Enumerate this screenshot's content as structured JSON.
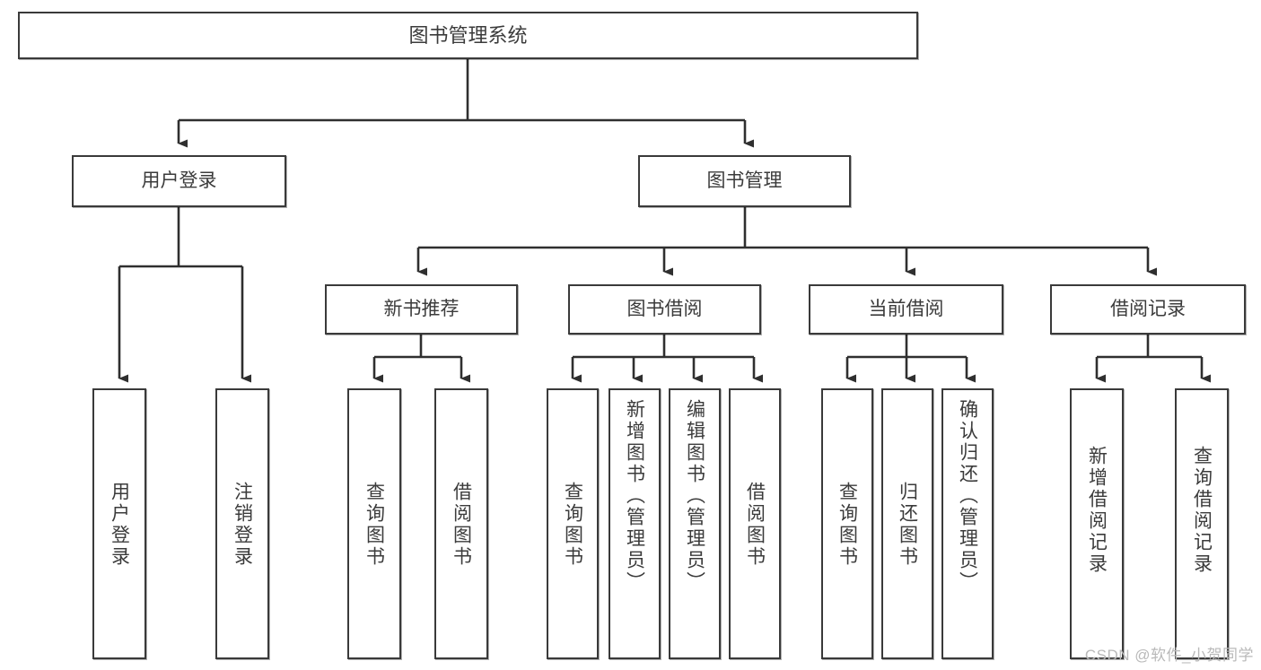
{
  "diagram": {
    "title": "图书管理系统",
    "root": {
      "label": "图书管理系统"
    },
    "level1": [
      {
        "label": "用户登录"
      },
      {
        "label": "图书管理"
      }
    ],
    "level2": [
      {
        "label": "新书推荐"
      },
      {
        "label": "图书借阅"
      },
      {
        "label": "当前借阅"
      },
      {
        "label": "借阅记录"
      }
    ],
    "leaves": {
      "user_login": [
        {
          "label": "用户登录"
        },
        {
          "label": "注销登录"
        }
      ],
      "new_book_recommend": [
        {
          "label": "查询图书"
        },
        {
          "label": "借阅图书"
        }
      ],
      "book_borrow": [
        {
          "label": "查询图书"
        },
        {
          "label": "新增图书（管理员）"
        },
        {
          "label": "编辑图书（管理员）"
        },
        {
          "label": "借阅图书"
        }
      ],
      "current_borrow": [
        {
          "label": "查询图书"
        },
        {
          "label": "归还图书"
        },
        {
          "label": "确认归还（管理员）"
        }
      ],
      "borrow_record": [
        {
          "label": "新增借阅记录"
        },
        {
          "label": "查询借阅记录"
        }
      ]
    },
    "watermark": "CSDN @软件_小贺同学",
    "colors": {
      "border": "#3a3a3a",
      "text": "#3b3b3b",
      "background": "#ffffff",
      "connector": "#2f2f2f",
      "watermark": "#b9b9b9"
    }
  }
}
